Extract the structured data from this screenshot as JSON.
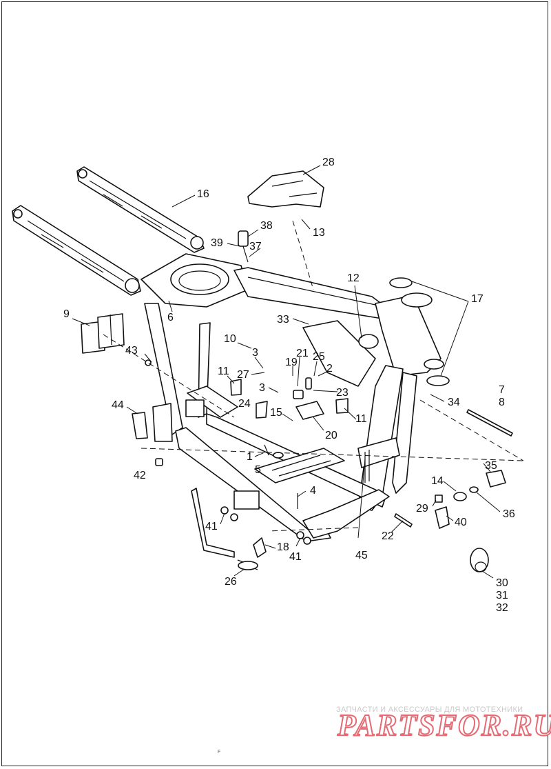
{
  "callouts": [
    {
      "id": "c28",
      "text": "28"
    },
    {
      "id": "c16",
      "text": "16"
    },
    {
      "id": "c38",
      "text": "38"
    },
    {
      "id": "c13",
      "text": "13"
    },
    {
      "id": "c39",
      "text": "39"
    },
    {
      "id": "c37",
      "text": "37"
    },
    {
      "id": "c12",
      "text": "12"
    },
    {
      "id": "c17",
      "text": "17"
    },
    {
      "id": "c9",
      "text": "9"
    },
    {
      "id": "c6",
      "text": "6"
    },
    {
      "id": "c33",
      "text": "33"
    },
    {
      "id": "c10",
      "text": "10"
    },
    {
      "id": "c43",
      "text": "43"
    },
    {
      "id": "c3a",
      "text": "3"
    },
    {
      "id": "c21",
      "text": "21"
    },
    {
      "id": "c25",
      "text": "25"
    },
    {
      "id": "c19",
      "text": "19"
    },
    {
      "id": "c11a",
      "text": "11"
    },
    {
      "id": "c27",
      "text": "27"
    },
    {
      "id": "c2",
      "text": "2"
    },
    {
      "id": "c7",
      "text": "7"
    },
    {
      "id": "c8",
      "text": "8"
    },
    {
      "id": "c3b",
      "text": "3"
    },
    {
      "id": "c23",
      "text": "23"
    },
    {
      "id": "c34",
      "text": "34"
    },
    {
      "id": "c44",
      "text": "44"
    },
    {
      "id": "c24",
      "text": "24"
    },
    {
      "id": "c15",
      "text": "15"
    },
    {
      "id": "c11b",
      "text": "11"
    },
    {
      "id": "c20",
      "text": "20"
    },
    {
      "id": "c1",
      "text": "1"
    },
    {
      "id": "c35",
      "text": "35"
    },
    {
      "id": "c5",
      "text": "5"
    },
    {
      "id": "c42",
      "text": "42"
    },
    {
      "id": "c14",
      "text": "14"
    },
    {
      "id": "c4",
      "text": "4"
    },
    {
      "id": "c29",
      "text": "29"
    },
    {
      "id": "c36",
      "text": "36"
    },
    {
      "id": "c40",
      "text": "40"
    },
    {
      "id": "c41a",
      "text": "41"
    },
    {
      "id": "c22",
      "text": "22"
    },
    {
      "id": "c18",
      "text": "18"
    },
    {
      "id": "c41b",
      "text": "41"
    },
    {
      "id": "c45",
      "text": "45"
    },
    {
      "id": "c26",
      "text": "26"
    },
    {
      "id": "c30",
      "text": "30"
    },
    {
      "id": "c31",
      "text": "31"
    },
    {
      "id": "c32",
      "text": "32"
    }
  ],
  "watermark": {
    "tagline": "ЗАПЧАСТИ И АКСЕССУАРЫ ДЛЯ МОТОТЕХНИКИ",
    "logo": "PARTSFOR.RU"
  },
  "footer_mark": "F",
  "colors": {
    "line": "#111111",
    "watermark_red": "#e46a74",
    "watermark_gray": "#c9c9c9"
  }
}
